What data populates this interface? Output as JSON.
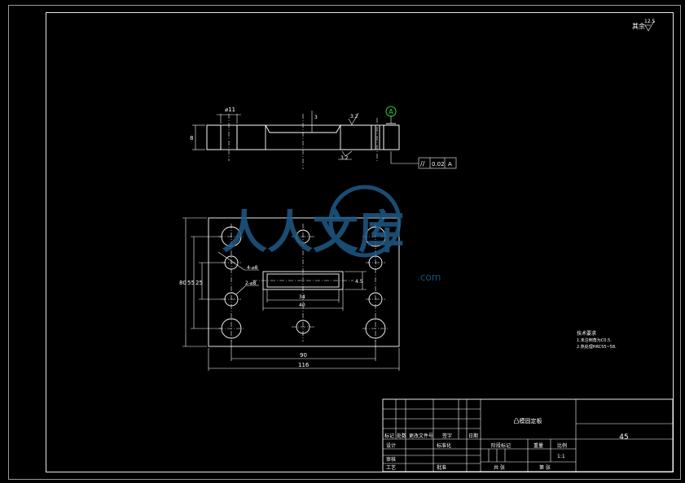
{
  "corner_roughness": {
    "label": "其余",
    "value": "12.5"
  },
  "section_view": {
    "hole_diameter": "⌀11",
    "depth_dim": "3",
    "thickness_dim": "8",
    "roughness_top": "3.2",
    "roughness_bottom": "3.2",
    "datum": "A",
    "tolerance": {
      "symbol": "//",
      "value": "0.02",
      "datum": "A"
    }
  },
  "plan_view": {
    "hole_callout_1": "4-⌀8",
    "hole_callout_2": "2-⌀8",
    "dim_overall_height": "80",
    "dim_height_2": "55",
    "dim_height_3": "25",
    "dim_slot_inner": "34",
    "dim_slot_outer": "40",
    "dim_slot_width": "4.5",
    "dim_hole_spacing": "90",
    "dim_overall_width": "116"
  },
  "watermark": {
    "text": "人人文库",
    "url": ".com"
  },
  "notes": {
    "title": "技术要求",
    "lines": [
      "1.未注倒角为C0.5.",
      "2.热处理HRC55~58."
    ]
  },
  "title_block": {
    "part_name": "凸模固定板",
    "material": "45",
    "h_mark": "标记",
    "h_count": "处数",
    "h_zone": "更改文件号",
    "h_sign": "签字",
    "h_date": "日期",
    "designer": "设计",
    "standardize": "标准化",
    "review": "审核",
    "process": "工艺",
    "approve": "批准",
    "stage_mark": "阶段标记",
    "weight": "重量",
    "scale": "比例",
    "scale_value": "1:1",
    "sheet_total": "共 张",
    "sheet_num": "第 张"
  }
}
